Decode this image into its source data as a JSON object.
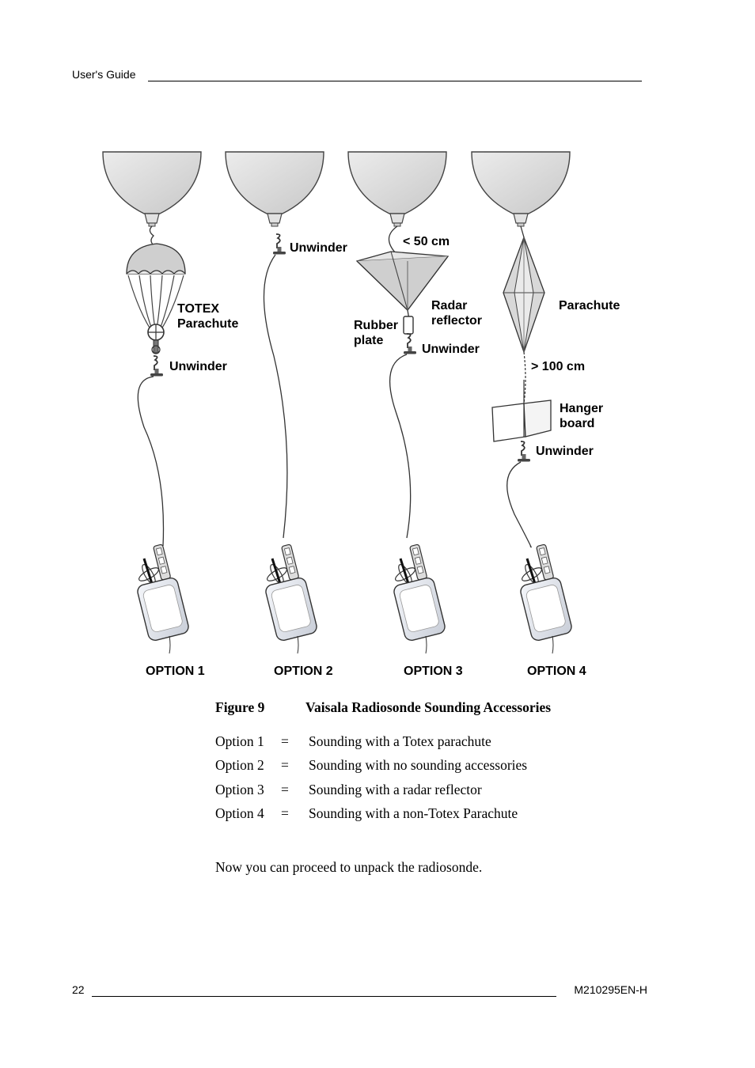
{
  "header": {
    "label": "User's Guide"
  },
  "figure": {
    "labels": {
      "o1_totex": "TOTEX",
      "o1_parachute": "Parachute",
      "o1_unwinder": "Unwinder",
      "o2_unwinder": "Unwinder",
      "o3_length": "< 50 cm",
      "o3_radar": "Radar",
      "o3_reflector": "reflector",
      "o3_rubber": "Rubber",
      "o3_plate": "plate",
      "o3_unwinder": "Unwinder",
      "o4_parachute": "Parachute",
      "o4_length": "> 100 cm",
      "o4_hanger": "Hanger",
      "o4_board": "board",
      "o4_unwinder": "Unwinder"
    },
    "options": [
      "OPTION 1",
      "OPTION 2",
      "OPTION 3",
      "OPTION 4"
    ]
  },
  "caption": {
    "number": "Figure 9",
    "title": "Vaisala Radiosonde Sounding Accessories"
  },
  "option_list": [
    {
      "name": "Option 1",
      "eq": "=",
      "desc": "Sounding with a Totex parachute"
    },
    {
      "name": "Option 2",
      "eq": "=",
      "desc": "Sounding with no sounding accessories"
    },
    {
      "name": "Option 3",
      "eq": "=",
      "desc": "Sounding with a radar reflector"
    },
    {
      "name": "Option 4",
      "eq": "=",
      "desc": "Sounding with a non-Totex Parachute"
    }
  ],
  "body": {
    "text": "Now you can proceed to unpack the radiosonde."
  },
  "footer": {
    "page": "22",
    "doc": "M210295EN-H"
  }
}
